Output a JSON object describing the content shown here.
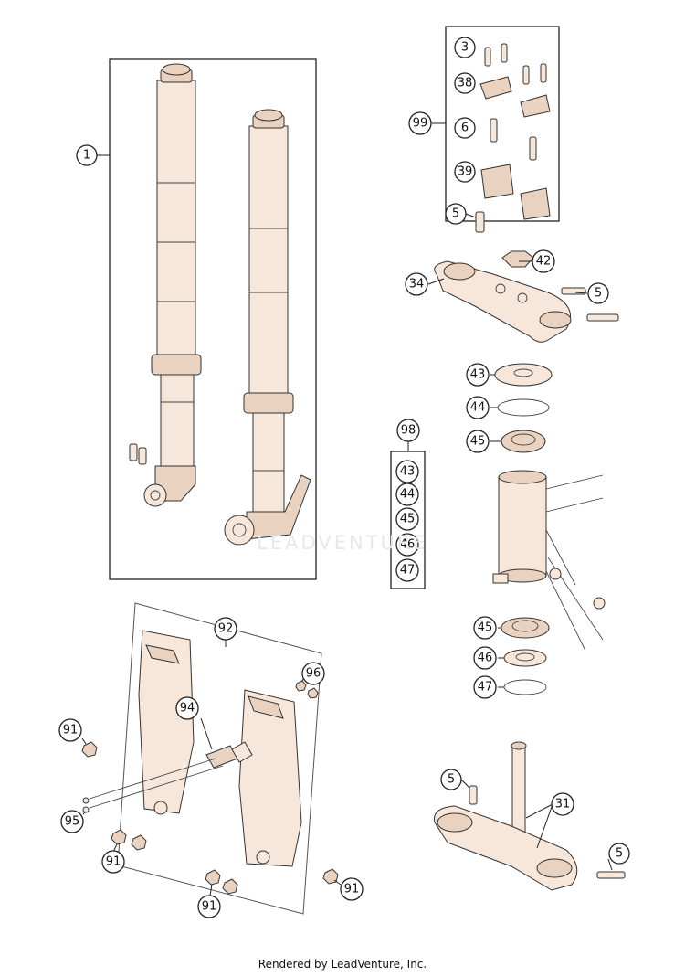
{
  "footer": {
    "text": "Rendered by LeadVenture, Inc."
  },
  "watermark": {
    "text": "LEADVENTURE"
  },
  "callouts": [
    {
      "id": "c1",
      "label": "1"
    },
    {
      "id": "c3",
      "label": "3"
    },
    {
      "id": "c38",
      "label": "38"
    },
    {
      "id": "c99",
      "label": "99"
    },
    {
      "id": "c6",
      "label": "6"
    },
    {
      "id": "c39",
      "label": "39"
    },
    {
      "id": "c5a",
      "label": "5"
    },
    {
      "id": "c42",
      "label": "42"
    },
    {
      "id": "c34",
      "label": "34"
    },
    {
      "id": "c5b",
      "label": "5"
    },
    {
      "id": "c43a",
      "label": "43"
    },
    {
      "id": "c44a",
      "label": "44"
    },
    {
      "id": "c45a",
      "label": "45"
    },
    {
      "id": "c98",
      "label": "98"
    },
    {
      "id": "c43b",
      "label": "43"
    },
    {
      "id": "c44b",
      "label": "44"
    },
    {
      "id": "c45b",
      "label": "45"
    },
    {
      "id": "c46b",
      "label": "46"
    },
    {
      "id": "c47b",
      "label": "47"
    },
    {
      "id": "c92",
      "label": "92"
    },
    {
      "id": "c96",
      "label": "96"
    },
    {
      "id": "c94",
      "label": "94"
    },
    {
      "id": "c91a",
      "label": "91"
    },
    {
      "id": "c95",
      "label": "95"
    },
    {
      "id": "c91b",
      "label": "91"
    },
    {
      "id": "c91c",
      "label": "91"
    },
    {
      "id": "c91d",
      "label": "91"
    },
    {
      "id": "c45c",
      "label": "45"
    },
    {
      "id": "c46c",
      "label": "46"
    },
    {
      "id": "c47c",
      "label": "47"
    },
    {
      "id": "c5c",
      "label": "5"
    },
    {
      "id": "c31",
      "label": "31"
    },
    {
      "id": "c5d",
      "label": "5"
    }
  ]
}
